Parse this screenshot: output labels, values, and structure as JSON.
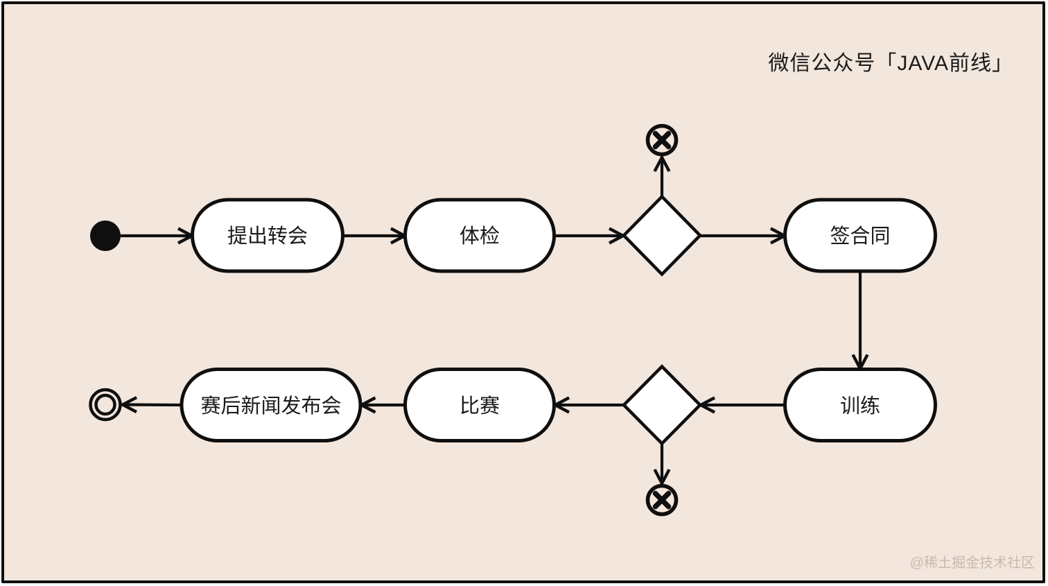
{
  "meta": {
    "title": "微信公众号「JAVA前线」",
    "watermark": "@稀土掘金技术社区"
  },
  "colors": {
    "background": "#f2e6dd",
    "line": "#0f0f0f",
    "node_fill": "#ffffff",
    "text": "#1a1a1a",
    "watermark": "#c9bab0"
  },
  "diagram": {
    "type": "uml-activity-diagram",
    "nodes": [
      {
        "id": "start",
        "kind": "initial-node",
        "label": ""
      },
      {
        "id": "propose-transfer",
        "kind": "activity",
        "label": "提出转会"
      },
      {
        "id": "physical-exam",
        "kind": "activity",
        "label": "体检"
      },
      {
        "id": "decision-1",
        "kind": "decision",
        "label": ""
      },
      {
        "id": "flow-final-top",
        "kind": "flow-final",
        "label": ""
      },
      {
        "id": "sign-contract",
        "kind": "activity",
        "label": "签合同"
      },
      {
        "id": "training",
        "kind": "activity",
        "label": "训练"
      },
      {
        "id": "decision-2",
        "kind": "decision",
        "label": ""
      },
      {
        "id": "flow-final-bottom",
        "kind": "flow-final",
        "label": ""
      },
      {
        "id": "match",
        "kind": "activity",
        "label": "比赛"
      },
      {
        "id": "press-conference",
        "kind": "activity",
        "label": "赛后新闻发布会"
      },
      {
        "id": "end",
        "kind": "activity-final",
        "label": ""
      }
    ],
    "edges": [
      {
        "from": "start",
        "to": "propose-transfer"
      },
      {
        "from": "propose-transfer",
        "to": "physical-exam"
      },
      {
        "from": "physical-exam",
        "to": "decision-1"
      },
      {
        "from": "decision-1",
        "to": "flow-final-top"
      },
      {
        "from": "decision-1",
        "to": "sign-contract"
      },
      {
        "from": "sign-contract",
        "to": "training"
      },
      {
        "from": "training",
        "to": "decision-2"
      },
      {
        "from": "decision-2",
        "to": "match"
      },
      {
        "from": "decision-2",
        "to": "flow-final-bottom"
      },
      {
        "from": "match",
        "to": "press-conference"
      },
      {
        "from": "press-conference",
        "to": "end"
      }
    ]
  }
}
